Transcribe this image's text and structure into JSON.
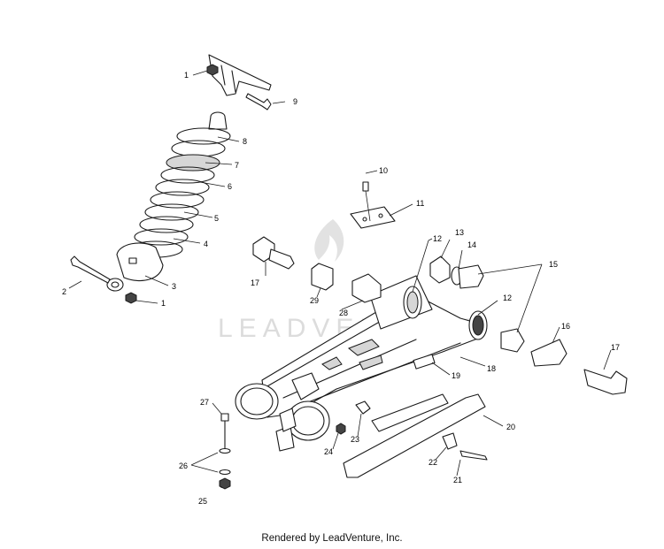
{
  "watermark": "LEADVENTURE",
  "footer": "Rendered by LeadVenture, Inc.",
  "callouts": {
    "c1a": "1",
    "c1b": "1",
    "c2": "2",
    "c3": "3",
    "c4": "4",
    "c5": "5",
    "c6": "6",
    "c7": "7",
    "c8": "8",
    "c9": "9",
    "c10": "10",
    "c11": "11",
    "c12a": "12",
    "c12b": "12",
    "c13": "13",
    "c14": "14",
    "c15": "15",
    "c16": "16",
    "c17a": "17",
    "c17b": "17",
    "c18": "18",
    "c19": "19",
    "c20": "20",
    "c21": "21",
    "c22": "22",
    "c23": "23",
    "c24": "24",
    "c25": "25",
    "c26": "26",
    "c27": "27",
    "c28": "28",
    "c29": "29"
  }
}
